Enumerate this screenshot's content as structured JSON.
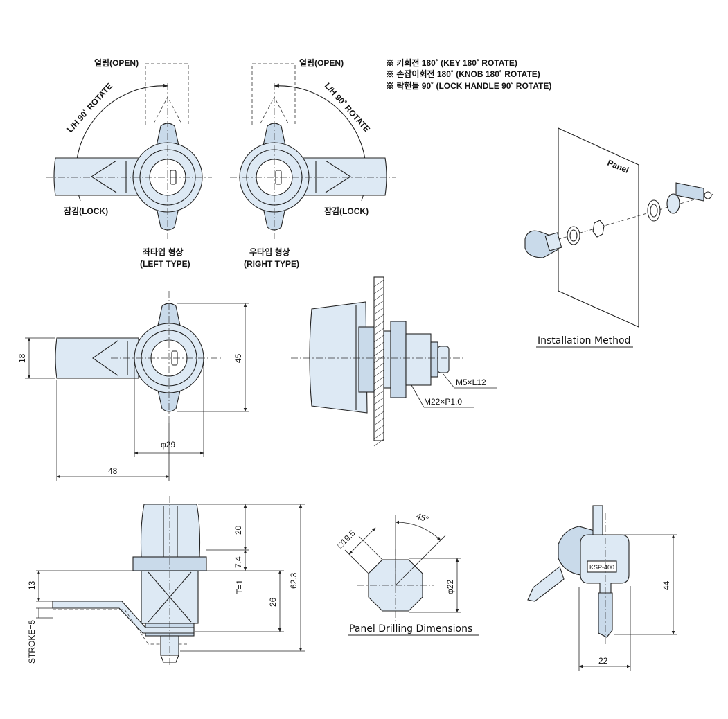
{
  "top_view": {
    "open_left": "열림(OPEN)",
    "open_right": "열림(OPEN)",
    "rotate_left": "L/H 90˚ ROTATE",
    "rotate_right": "L/H 90˚ ROTATE",
    "lock_left": "잠김(LOCK)",
    "lock_right": "잠김(LOCK)",
    "left_type_kr": "좌타입 형상",
    "left_type_en": "(LEFT TYPE)",
    "right_type_kr": "우타입 형상",
    "right_type_en": "(RIGHT TYPE)"
  },
  "notes": [
    "※ 키회전 180˚ (KEY 180˚ ROTATE)",
    "※ 손잡이회전 180˚ (KNOB 180˚ ROTATE)",
    "※ 락핸들 90˚ (LOCK HANDLE 90˚ ROTATE)"
  ],
  "installation": {
    "panel_label": "Panel",
    "title": "Installation Method"
  },
  "front_view": {
    "dim_height_18": "18",
    "dim_height_45": "45",
    "dim_dia_29": "φ29",
    "dim_width_48": "48"
  },
  "side_view": {
    "thread_small": "M5×L12",
    "thread_big": "M22×P1.0"
  },
  "section_view": {
    "dim_20": "20",
    "dim_7_4": "7.4",
    "dim_t1": "T=1",
    "dim_26": "26",
    "dim_62_3": "62.3",
    "dim_13": "13",
    "dim_stroke": "STROKE=5"
  },
  "drilling": {
    "dim_square": "□19.5",
    "dim_angle": "45°",
    "dim_dia_22": "φ22",
    "title": "Panel Drilling Dimensions"
  },
  "key": {
    "key_label": "KSP-400",
    "dim_44": "44",
    "dim_22": "22"
  }
}
